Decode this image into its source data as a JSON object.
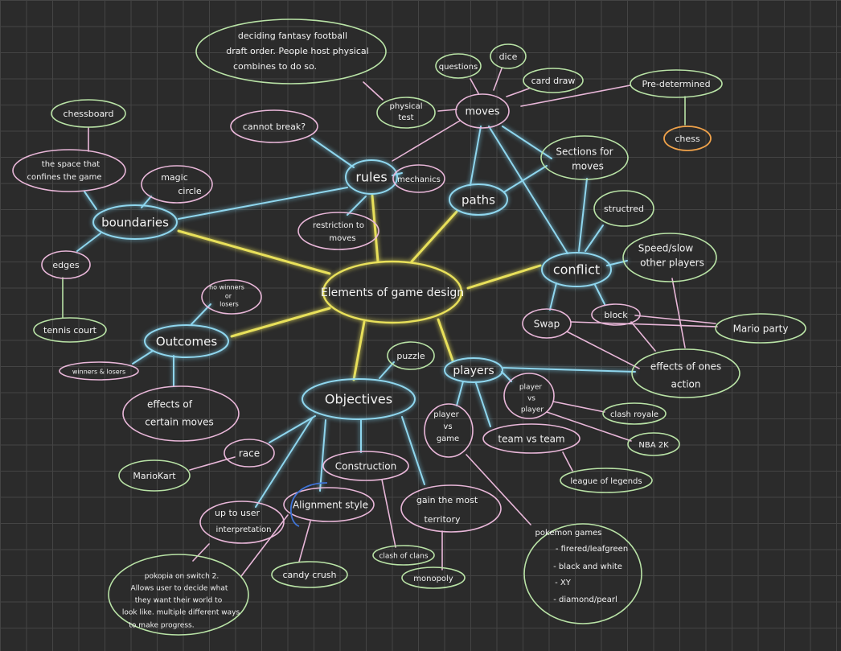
{
  "colors": {
    "background": "#2b2b2b",
    "grid": "#444444",
    "yellow": "#e8e05a",
    "blue": "#8fd6ee",
    "pink": "#e9b7d9",
    "green": "#b9e3a6",
    "orange": "#f0a24a",
    "text": "#f2f2f2"
  },
  "nodes": {
    "center": "Elements of game design",
    "boundaries": "boundaries",
    "rules": "rules",
    "paths": "paths",
    "conflict": "conflict",
    "outcomes": "Outcomes",
    "objectives": "Objectives",
    "players": "players",
    "space_line1": "the space that",
    "space_line2": "confines the game",
    "chessboard": "chessboard",
    "magic_line1": "magic",
    "magic_line2": "circle",
    "edges": "edges",
    "tennis": "tennis court",
    "cannot": "cannot break?",
    "mechanics": "mechanics",
    "restriction_line1": "restriction to",
    "restriction_line2": "moves",
    "fantasy_line1": "deciding fantasy football",
    "fantasy_line2": "draft order. People host physical",
    "fantasy_line3": "combines to do so.",
    "physical_line1": "physical",
    "physical_line2": "test",
    "moves": "moves",
    "questions": "questions",
    "dice": "dice",
    "card_draw": "card draw",
    "predetermined": "Pre-determined",
    "chess": "chess",
    "sections_line1": "Sections for",
    "sections_line2": "moves",
    "structured": "structred",
    "speed_line1": "Speed/slow",
    "speed_line2": "other players",
    "swap": "Swap",
    "block": "block",
    "mario_party": "Mario party",
    "effects_action_line1": "effects of ones",
    "effects_action_line2": "action",
    "no_winners_line1": "no winners",
    "no_winners_line2": "or",
    "no_winners_line3": "losers",
    "winners": "winners & losers",
    "effects_moves_line1": "effects of",
    "effects_moves_line2": "certain moves",
    "puzzle": "puzzle",
    "pvp_line1": "player",
    "pvp_line2": "vs",
    "pvp_line3": "player",
    "pvg_line1": "player",
    "pvg_line2": "vs",
    "pvg_line3": "game",
    "team": "team vs team",
    "clash_royale": "clash royale",
    "nba": "NBA 2K",
    "league": "league of legends",
    "race": "race",
    "mario_kart": "MarioKart",
    "construction": "Construction",
    "alignment": "Alignment style",
    "territory_line1": "gain the most",
    "territory_line2": "territory",
    "interp_line1": "up to user",
    "interp_line2": "interpretation",
    "candy": "candy crush",
    "clash_clans": "clash of clans",
    "monopoly": "monopoly",
    "pokopia_line1": "pokopia on switch 2.",
    "pokopia_line2": "Allows user to decide what",
    "pokopia_line3": "they want their world to",
    "pokopia_line4": "look like. multiple different ways",
    "pokopia_line5": "to make progress.",
    "pokemon_line1": "pokemon games",
    "pokemon_line2": "- firered/leafgreen",
    "pokemon_line3": "- black and white",
    "pokemon_line4": "- XY",
    "pokemon_line5": "- diamond/pearl"
  }
}
